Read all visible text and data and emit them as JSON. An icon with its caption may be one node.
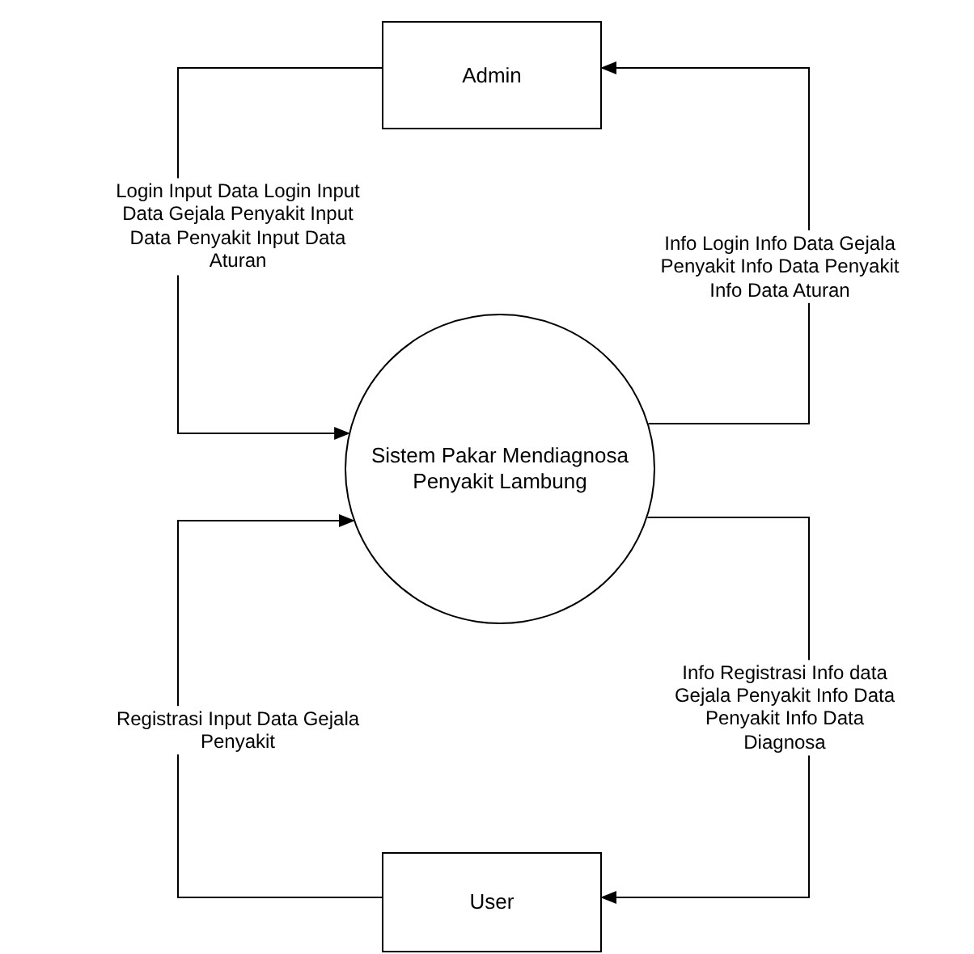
{
  "diagram": {
    "nodes": [
      {
        "text": [
          "Admin"
        ]
      },
      {
        "text": [
          "Sistem Pakar Mendiagnosa Penyakit Lambung"
        ]
      },
      {
        "text": [
          "User"
        ]
      }
    ],
    "edges": [
      {
        "from": 0,
        "to": 1,
        "arrow": "to",
        "label": "Login Input Data Login Input Data Gejala Penyakit Input Data Penyakit Input Data Aturan"
      },
      {
        "from": 1,
        "to": 0,
        "arrow": "to",
        "label": "Info Login Info Data Gejala Penyakit Info Data Penyakit Info Data Aturan"
      },
      {
        "from": 2,
        "to": 1,
        "arrow": "to",
        "label": "Registrasi Input Data Gejala Penyakit"
      },
      {
        "from": 1,
        "to": 2,
        "arrow": "to",
        "label": "Info Registrasi Info data Gejala Penyakit Info Data Penyakit Info Data Diagnosa"
      }
    ]
  }
}
